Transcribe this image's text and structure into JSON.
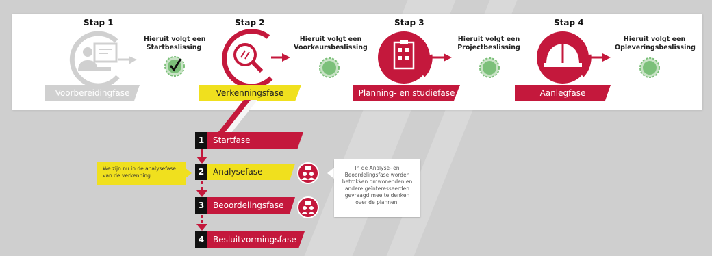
{
  "colors": {
    "red": "#c4183c",
    "yellow": "#f0e01e",
    "grey": "#cfcfcf",
    "green": "#7cc07a",
    "dark": "#111111"
  },
  "steps": [
    {
      "title": "Stap 1",
      "phase": "Voorbereidingfase",
      "decision": [
        "Hieruit volgt een",
        "Startbeslissing"
      ],
      "icon": "presenter-screen-icon",
      "state": "done"
    },
    {
      "title": "Stap 2",
      "phase": "Verkenningsfase",
      "decision": [
        "Hieruit volgt een",
        "Voorkeursbeslissing"
      ],
      "icon": "magnifier-icon",
      "state": "current"
    },
    {
      "title": "Stap 3",
      "phase": "Planning- en studiefase",
      "decision": [
        "Hieruit volgt een",
        "Projectbeslissing"
      ],
      "icon": "clipboard-icon",
      "state": "todo"
    },
    {
      "title": "Stap 4",
      "phase": "Aanlegfase",
      "decision": [
        "Hieruit volgt een",
        "Opleveringsbeslissing"
      ],
      "icon": "hard-hat-icon",
      "state": "todo"
    }
  ],
  "subphases": [
    {
      "num": "1",
      "label": "Startfase"
    },
    {
      "num": "2",
      "label": "Analysefase"
    },
    {
      "num": "3",
      "label": "Beoordelingsfase"
    },
    {
      "num": "4",
      "label": "Besluitvormingsfase"
    }
  ],
  "notes": {
    "current": "We zijn nu in de analysefase van de verkenning",
    "participation": "In de Analyse- en Beoordelingsfase worden betrokken omwonenden en andere geïnteresseerden gevraagd mee te denken over de plannen."
  }
}
